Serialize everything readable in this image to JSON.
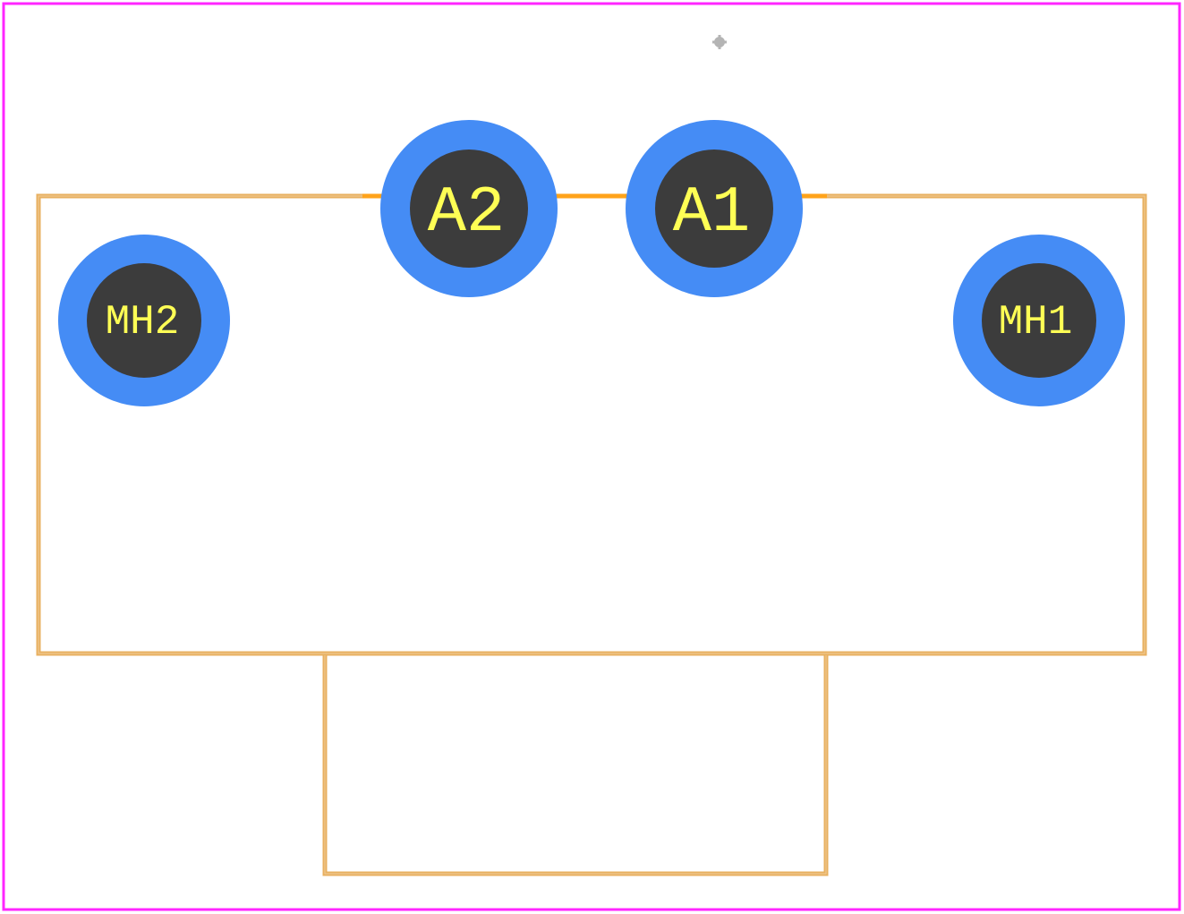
{
  "colors": {
    "courtyard": "#ff26ff",
    "silkscreen": "#e8b060",
    "silkscreen_inner": "#ffffff",
    "copper_top": "#ffa31a",
    "pad_ring": "#458cf5",
    "pad_hole": "#3c3c3c",
    "pad_text": "#ffff55",
    "origin_marker": "#b4b4b4",
    "background": "#ffffff"
  },
  "pads": [
    {
      "id": "A2",
      "label": "A2",
      "kind": "signal"
    },
    {
      "id": "A1",
      "label": "A1",
      "kind": "signal"
    },
    {
      "id": "MH2",
      "label": "MH2",
      "kind": "mounting"
    },
    {
      "id": "MH1",
      "label": "MH1",
      "kind": "mounting"
    }
  ],
  "icons": {
    "origin": "crosshair-icon"
  }
}
